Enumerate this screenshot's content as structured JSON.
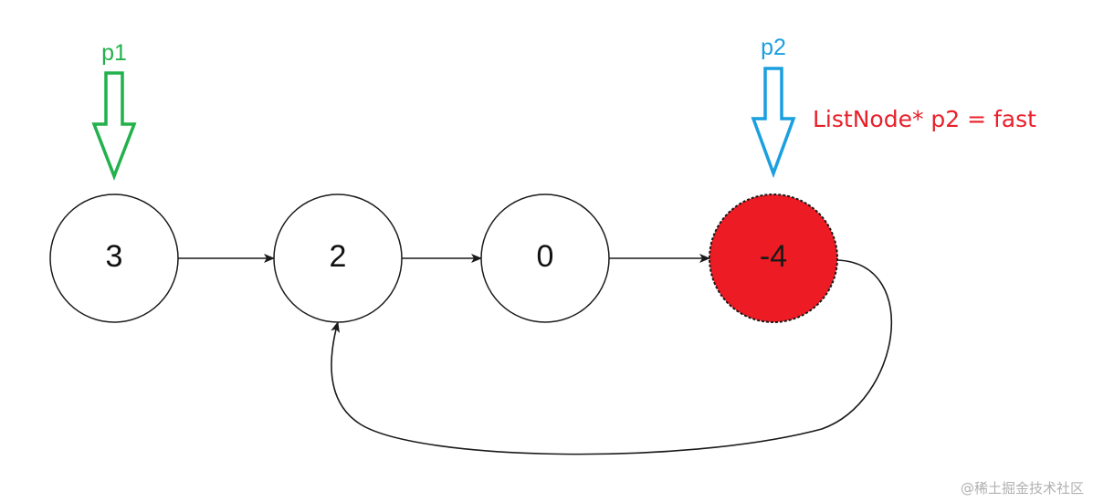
{
  "nodes": [
    {
      "value": "3",
      "highlighted": false
    },
    {
      "value": "2",
      "highlighted": false
    },
    {
      "value": "0",
      "highlighted": false
    },
    {
      "value": "-4",
      "highlighted": true
    }
  ],
  "pointers": {
    "p1": {
      "label": "p1",
      "color": "#22b14c",
      "target_node_value": "3"
    },
    "p2": {
      "label": "p2",
      "color": "#1a9fe0",
      "target_node_value": "-4"
    }
  },
  "annotation": {
    "text": "ListNode* p2 = fast",
    "color": "#e8202a"
  },
  "edges": [
    {
      "from": "3",
      "to": "2"
    },
    {
      "from": "2",
      "to": "0"
    },
    {
      "from": "0",
      "to": "-4"
    },
    {
      "from": "-4",
      "to": "2"
    }
  ],
  "colors": {
    "highlight_fill": "#ed1c24",
    "node_stroke": "#1a1a1a"
  },
  "watermark": "@稀土掘金技术社区"
}
